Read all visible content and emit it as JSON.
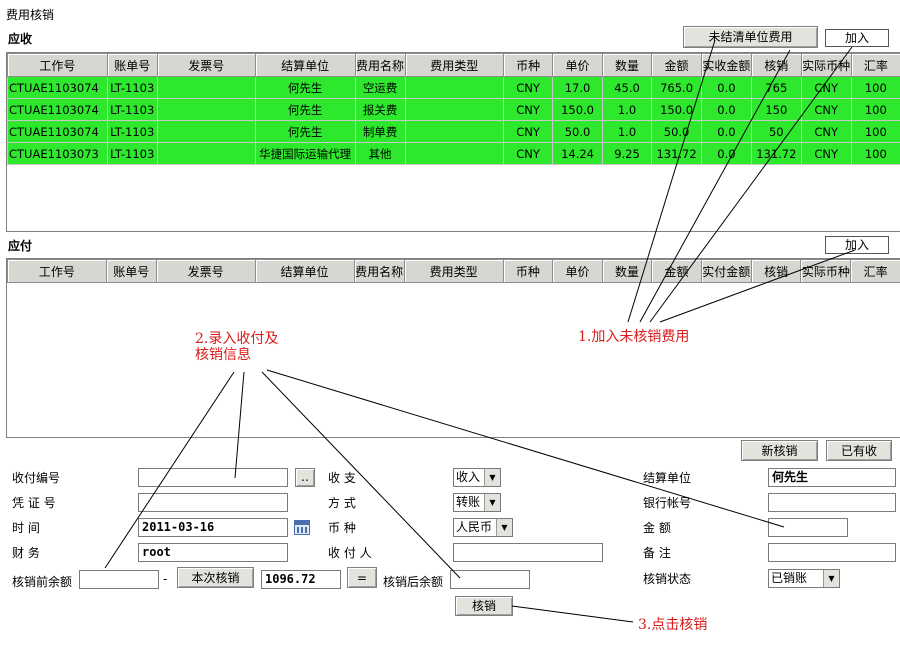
{
  "page": {
    "title": "费用核销"
  },
  "receivable": {
    "label": "应收",
    "btn_unsettled": "未结清单位费用",
    "btn_add": "加入",
    "columns": [
      "工作号",
      "账单号",
      "发票号",
      "结算单位",
      "费用名称",
      "费用类型",
      "币种",
      "单价",
      "数量",
      "金额",
      "实收金额",
      "核销",
      "实际币种",
      "汇率"
    ],
    "rows": [
      [
        "CTUAE1103074",
        "LT-1103",
        "",
        "何先生",
        "空运费",
        "",
        "CNY",
        "17.0",
        "45.0",
        "765.0",
        "0.0",
        "765",
        "CNY",
        "100"
      ],
      [
        "CTUAE1103074",
        "LT-1103",
        "",
        "何先生",
        "报关费",
        "",
        "CNY",
        "150.0",
        "1.0",
        "150.0",
        "0.0",
        "150",
        "CNY",
        "100"
      ],
      [
        "CTUAE1103074",
        "LT-1103",
        "",
        "何先生",
        "制单费",
        "",
        "CNY",
        "50.0",
        "1.0",
        "50.0",
        "0.0",
        "50",
        "CNY",
        "100"
      ],
      [
        "CTUAE1103073",
        "LT-1103",
        "",
        "华捷国际运输代理",
        "其他",
        "",
        "CNY",
        "14.24",
        "9.25",
        "131.72",
        "0.0",
        "131.72",
        "CNY",
        "100"
      ]
    ]
  },
  "payable": {
    "label": "应付",
    "btn_add": "加入",
    "columns": [
      "工作号",
      "账单号",
      "发票号",
      "结算单位",
      "费用名称",
      "费用类型",
      "币种",
      "单价",
      "数量",
      "金额",
      "实付金额",
      "核销",
      "实际币种",
      "汇率"
    ]
  },
  "actions": {
    "new_writeoff": "新核销",
    "existing": "已有收"
  },
  "form": {
    "payment_no_label": "收付编号",
    "payment_no_value": "",
    "browse_btn": "..",
    "voucher_label": "凭 证 号",
    "voucher_value": "",
    "time_label": "时   间",
    "time_value": "2011-03-16",
    "finance_label": "财   务",
    "finance_value": "root",
    "inout_label": "收   支",
    "inout_value": "收入",
    "method_label": "方   式",
    "method_value": "转账",
    "currency_label": "币   种",
    "currency_value": "人民币",
    "payer_label": "收 付 人",
    "payer_value": "",
    "settle_unit_label": "结算单位",
    "settle_unit_value": "何先生",
    "bank_label": "银行帐号",
    "bank_value": "",
    "amount_label": "金   额",
    "amount_value": "",
    "remark_label": "备   注",
    "remark_value": "",
    "status_label": "核销状态",
    "status_value": "已销账",
    "before_label": "核销前余额",
    "before_value": "",
    "minus": "-",
    "this_btn": "本次核销",
    "this_value": "1096.72",
    "equals_btn": "=",
    "after_label": "核销后余额",
    "after_value": "",
    "writeoff_btn": "核销"
  },
  "annotations": {
    "a1": "1.加入未核销费用",
    "a2_line1": "2.录入收付及",
    "a2_line2": "核销信息",
    "a3": "3.点击核销"
  },
  "colors": {
    "row_highlight": "#2ee82e",
    "annotation": "#d81b1b"
  }
}
